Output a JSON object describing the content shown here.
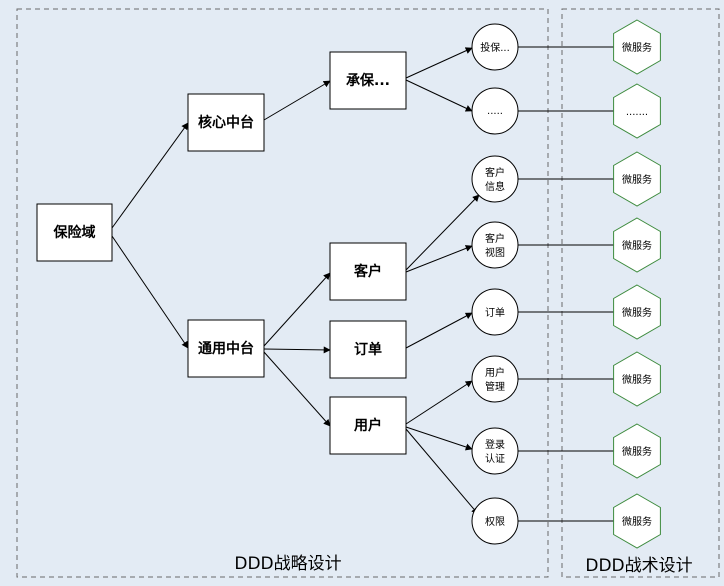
{
  "regions": {
    "strategic_label": "DDD战略设计",
    "tactical_label": "DDD战术设计"
  },
  "boxes": {
    "root": "保险域",
    "core": "核心中台",
    "general": "通用中台",
    "underwriting": "承保...",
    "customer": "客户",
    "order": "订单",
    "user": "用户"
  },
  "circles": {
    "c1": [
      "投保..."
    ],
    "c2": [
      "....."
    ],
    "c3": [
      "客户",
      "信息"
    ],
    "c4": [
      "客户",
      "视图"
    ],
    "c5": [
      "订单"
    ],
    "c6": [
      "用户",
      "管理"
    ],
    "c7": [
      "登录",
      "认证"
    ],
    "c8": [
      "权限"
    ]
  },
  "hexagons": {
    "h1": "微服务",
    "h2": ".......",
    "h3": "微服务",
    "h4": "微服务",
    "h5": "微服务",
    "h6": "微服务",
    "h7": "微服务",
    "h8": "微服务"
  },
  "colors": {
    "background": "#e3ebf4",
    "hexagon_stroke": "#3c8a3c",
    "region_dash": "#6a6a6a"
  }
}
